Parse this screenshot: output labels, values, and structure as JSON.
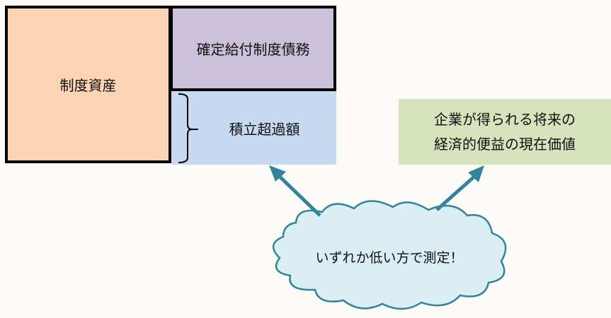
{
  "diagram": {
    "plan_assets": "制度資産",
    "defined_benefit_obligation": "確定給付制度債務",
    "funded_surplus": "積立超過額",
    "economic_benefit_line1": "企業が得られる将来の",
    "economic_benefit_line2": "経済的便益の現在価値",
    "measurement_note": "いずれか低い方で測定！"
  },
  "colors": {
    "plan_assets": "#fad4b4",
    "obligation": "#ccc1da",
    "surplus": "#c6d9f0",
    "benefit": "#d7e3bc",
    "cloud_fill": "#dbeef4",
    "cloud_stroke": "#31849b",
    "arrow": "#31849b"
  }
}
